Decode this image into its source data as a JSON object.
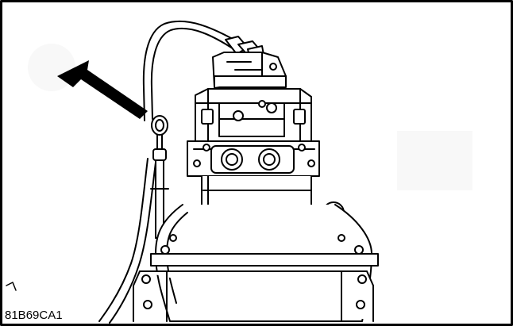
{
  "figure": {
    "label": "81B69CA1",
    "subject": "hydraulic-motor-with-dipstick",
    "callout": "arrow-pointing-to-dipstick-ring"
  },
  "colors": {
    "line": "#000000",
    "background": "#ffffff",
    "arrow": "#000000",
    "faint_watermark": "#f2f2f2"
  }
}
